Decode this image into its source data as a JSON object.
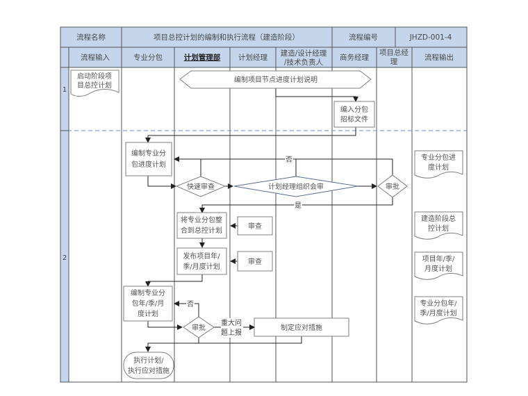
{
  "header": {
    "name_label": "流程名称",
    "process_name": "项目总控计划的编制和执行流程（建造阶段）",
    "code_label": "流程编号",
    "code_value": "JHZD-001-4"
  },
  "lanes": [
    {
      "label": "流程输入"
    },
    {
      "label": "专业分包"
    },
    {
      "label": "计划管理部",
      "emphasis": true
    },
    {
      "label": "计划经理"
    },
    {
      "label_lines": [
        "建造/设计经理",
        "/技术负责人"
      ]
    },
    {
      "label": "商务经理"
    },
    {
      "label_lines": [
        "项目总经",
        "理"
      ]
    },
    {
      "label": "流程输出"
    }
  ],
  "stages": [
    "1",
    "2"
  ],
  "nodes": {
    "input_start": {
      "lines": [
        "启动阶段项",
        "目总控计划"
      ],
      "shape": "document"
    },
    "milestone_note": {
      "text": "编制项目节点进度计划说明",
      "shape": "hexagon"
    },
    "tender_docs": {
      "lines": [
        "编入分包",
        "招标文件"
      ],
      "shape": "process"
    },
    "sub_schedule": {
      "lines": [
        "编制专业分",
        "包进度计划"
      ],
      "shape": "process"
    },
    "quick_review": {
      "text": "快速审查",
      "shape": "decision"
    },
    "pm_review": {
      "text": "计划经理组织会审",
      "shape": "decision"
    },
    "gm_approve_1": {
      "text": "审批",
      "shape": "decision"
    },
    "integrate": {
      "lines": [
        "将专业分包整",
        "合到总控计划"
      ],
      "shape": "process"
    },
    "review_1": {
      "text": "审查",
      "shape": "process"
    },
    "publish": {
      "lines": [
        "发布项目年/",
        "季/月度计划"
      ],
      "shape": "process"
    },
    "review_2": {
      "text": "审查",
      "shape": "process"
    },
    "sub_periodic": {
      "lines": [
        "编制专业分",
        "包年/季/月",
        "度计划"
      ],
      "shape": "process"
    },
    "approve_2": {
      "text": "审批",
      "shape": "decision"
    },
    "countermeasure": {
      "text": "制定应对措施",
      "shape": "process"
    },
    "execute": {
      "lines": [
        "执行计划/",
        "执行应对措施"
      ],
      "shape": "terminator"
    },
    "out_1": {
      "lines": [
        "专业分包进",
        "度计划"
      ],
      "shape": "document"
    },
    "out_2": {
      "lines": [
        "建造阶段总",
        "控计划"
      ],
      "shape": "document"
    },
    "out_3": {
      "lines": [
        "项目年/季/",
        "月度计划"
      ],
      "shape": "document"
    },
    "out_4": {
      "lines": [
        "专业分包年/",
        "季/月度计划"
      ],
      "shape": "document"
    }
  },
  "edge_labels": {
    "no_1": "否",
    "yes_1": "是",
    "no_2": "否",
    "escalate": [
      "重大问",
      "题上报"
    ]
  },
  "colors": {
    "header_fill": "#c5d6ec",
    "line": "#333333",
    "node_border": "#7f7f7f",
    "stage_divider": "#5b8fd6"
  }
}
